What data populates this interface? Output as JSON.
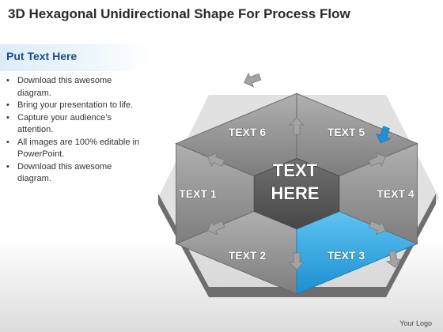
{
  "title": "3D Hexagonal Unidirectional Shape For Process Flow",
  "subtitle": "Put Text Here",
  "bullets": [
    "Download this awesome diagram.",
    "Bring your presentation to life.",
    "Capture your audience’s attention.",
    "All images are 100% editable in PowerPoint.",
    "Download this awesome diagram."
  ],
  "diagram": {
    "center": {
      "line1": "TEXT",
      "line2": "HERE"
    },
    "segments": [
      {
        "label": "TEXT 1",
        "highlighted": false
      },
      {
        "label": "TEXT 2",
        "highlighted": false
      },
      {
        "label": "TEXT 3",
        "highlighted": true
      },
      {
        "label": "TEXT 4",
        "highlighted": false
      },
      {
        "label": "TEXT 5",
        "highlighted": false
      },
      {
        "label": "TEXT 6",
        "highlighted": false
      }
    ],
    "colors": {
      "segment": "#8e8e8e",
      "highlight": "#29a3e0",
      "center": "#5a5a5a",
      "arrow": "#a3a3a3"
    }
  },
  "logo": "Your Logo"
}
